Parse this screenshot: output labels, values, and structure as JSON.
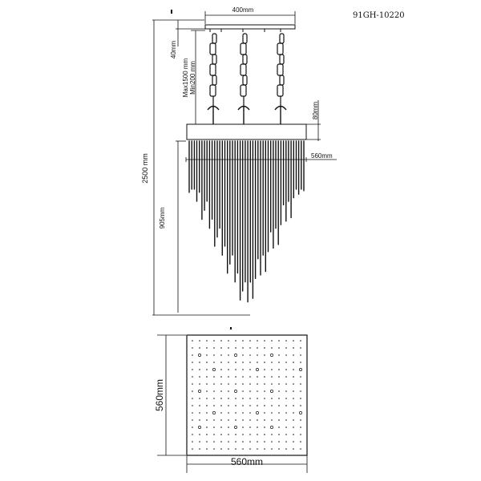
{
  "model_code": "91GH-10220",
  "elevation_view": {
    "canopy_width": "400mm",
    "canopy_height": "40mm",
    "chain_max": "Max1500 mm",
    "chain_min": "Min200 mm",
    "frame_height": "80mm",
    "frame_width": "560mm",
    "crystal_drop": "905mm",
    "overall_height": "2500 mm"
  },
  "plan_view": {
    "width": "560mm",
    "depth": "560mm"
  }
}
